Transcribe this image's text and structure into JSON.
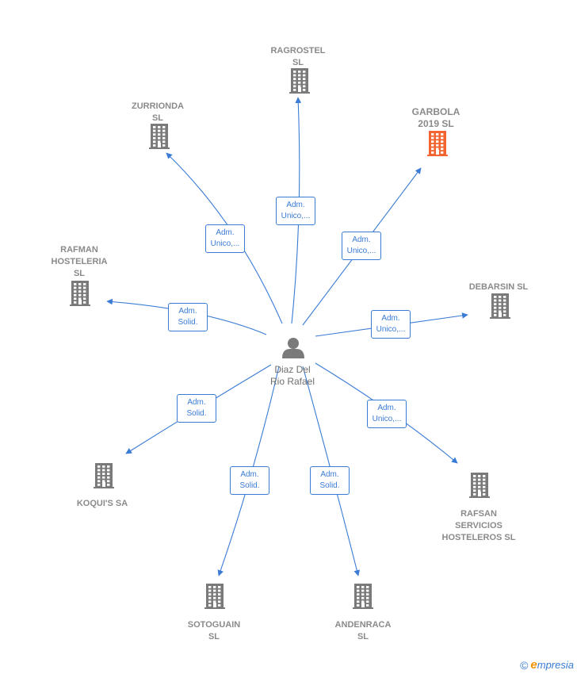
{
  "colors": {
    "edge": "#3a7bd5",
    "building": "#7a7a7a",
    "highlight": "#f26430",
    "person": "#7a7a7a"
  },
  "person": {
    "name_line1": "Diaz Del",
    "name_line2": "Rio Rafael",
    "icon": "person-icon"
  },
  "companies": [
    {
      "id": "ragrostel",
      "lines": [
        "RAGROSTEL",
        "SL"
      ],
      "highlight": false
    },
    {
      "id": "zurrionda",
      "lines": [
        "ZURRIONDA",
        "SL"
      ],
      "highlight": false
    },
    {
      "id": "garbola",
      "lines": [
        "GARBOLA",
        "2019  SL"
      ],
      "highlight": true
    },
    {
      "id": "rafman",
      "lines": [
        "RAFMAN",
        "HOSTELERIA",
        "SL"
      ],
      "highlight": false
    },
    {
      "id": "debarsin",
      "lines": [
        "DEBARSIN  SL"
      ],
      "highlight": false
    },
    {
      "id": "koquis",
      "lines": [
        "KOQUI'S SA"
      ],
      "highlight": false
    },
    {
      "id": "rafsan",
      "lines": [
        "RAFSAN",
        "SERVICIOS",
        "HOSTELEROS SL"
      ],
      "highlight": false
    },
    {
      "id": "sotoguain",
      "lines": [
        "SOTOGUAIN",
        "SL"
      ],
      "highlight": false
    },
    {
      "id": "andenraca",
      "lines": [
        "ANDENRACA",
        "SL"
      ],
      "highlight": false
    }
  ],
  "edges": [
    {
      "target": "ragrostel",
      "label": [
        "Adm.",
        "Unico,..."
      ]
    },
    {
      "target": "zurrionda",
      "label": [
        "Adm.",
        "Unico,..."
      ]
    },
    {
      "target": "garbola",
      "label": [
        "Adm.",
        "Unico,..."
      ]
    },
    {
      "target": "rafman",
      "label": [
        "Adm.",
        "Solid."
      ]
    },
    {
      "target": "debarsin",
      "label": [
        "Adm.",
        "Unico,..."
      ]
    },
    {
      "target": "koquis",
      "label": [
        "Adm.",
        "Solid."
      ]
    },
    {
      "target": "rafsan",
      "label": [
        "Adm.",
        "Unico,..."
      ]
    },
    {
      "target": "sotoguain",
      "label": [
        "Adm.",
        "Solid."
      ]
    },
    {
      "target": "andenraca",
      "label": [
        "Adm.",
        "Solid."
      ]
    }
  ],
  "footer": {
    "copyright": "©",
    "brand_first": "e",
    "brand_rest": "mpresia"
  }
}
